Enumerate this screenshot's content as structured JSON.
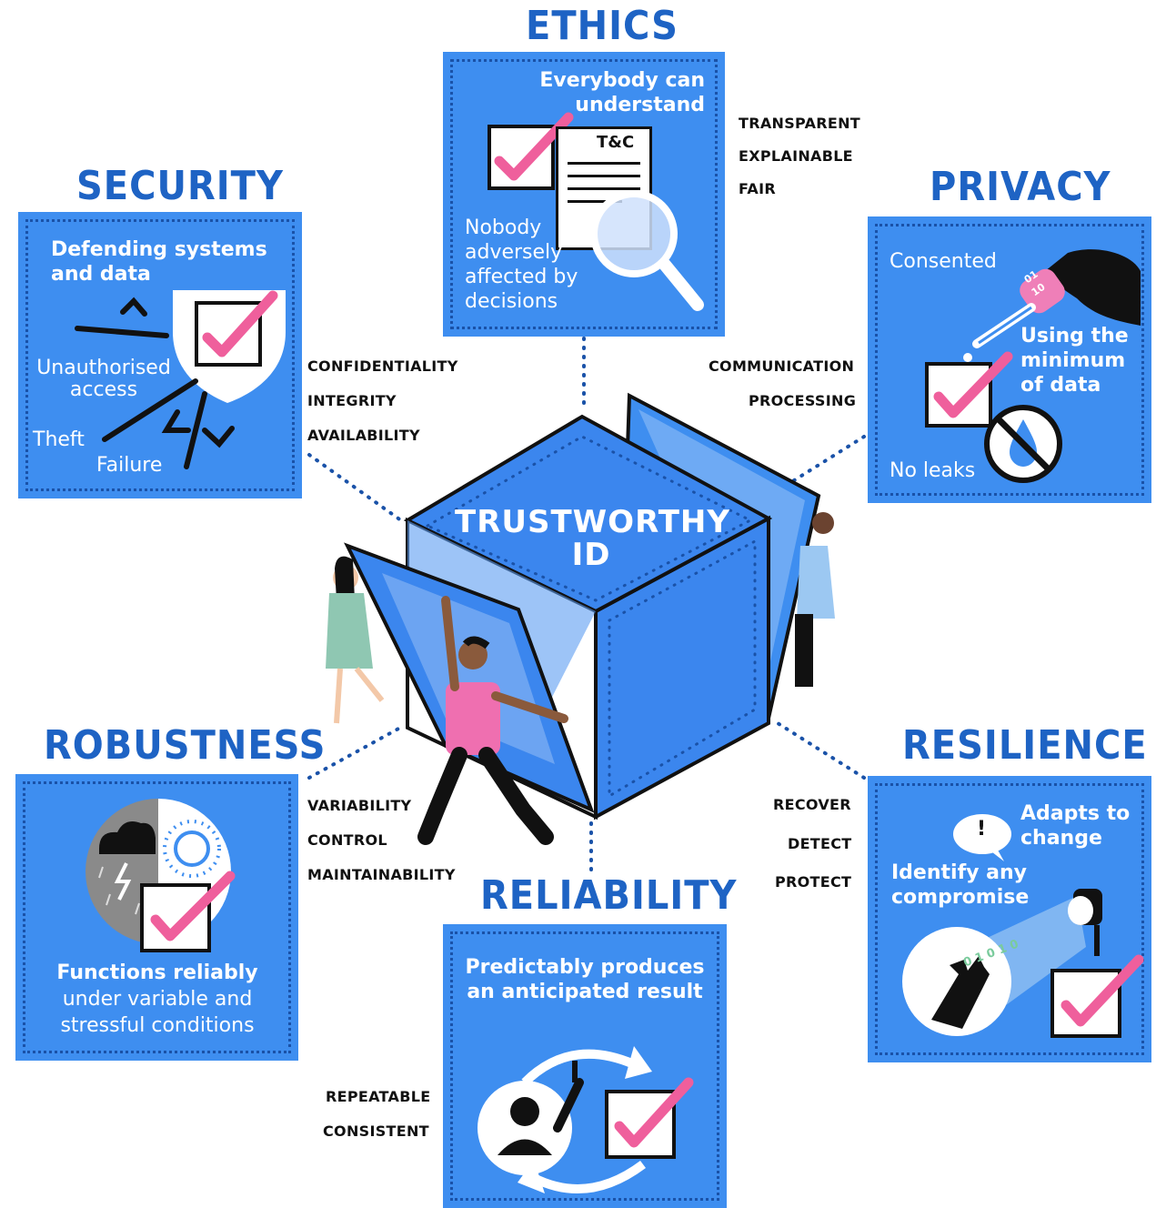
{
  "center": {
    "title_line1": "TRUSTWORTHY",
    "title_line2": "ID"
  },
  "ethics": {
    "heading": "ETHICS",
    "top_text_line1": "Everybody can",
    "top_text_line2": "understand",
    "doc_label": "T&C",
    "bottom_text_line1": "Nobody",
    "bottom_text_line2": "adversely",
    "bottom_text_line3": "affected by",
    "bottom_text_line4": "decisions",
    "keywords": [
      "TRANSPARENT",
      "EXPLAINABLE",
      "FAIR"
    ]
  },
  "security": {
    "heading": "SECURITY",
    "text_line1": "Defending systems",
    "text_line2": "and data",
    "threat1_line1": "Unauthorised",
    "threat1_line2": "access",
    "threat2": "Theft",
    "threat3": "Failure",
    "keywords": [
      "CONFIDENTIALITY",
      "INTEGRITY",
      "AVAILABILITY"
    ]
  },
  "privacy": {
    "heading": "PRIVACY",
    "consent": "Consented",
    "min_line1": "Using the",
    "min_line2": "minimum",
    "min_line3": "of data",
    "leaks": "No leaks",
    "binary_top": "01",
    "binary_bottom": "10",
    "keywords": [
      "COMMUNICATION",
      "PROCESSING"
    ]
  },
  "robustness": {
    "heading": "ROBUSTNESS",
    "text_line1": "Functions reliably",
    "text_line2": "under variable and",
    "text_line3": "stressful conditions",
    "keywords": [
      "VARIABILITY",
      "CONTROL",
      "MAINTAINABILITY"
    ]
  },
  "reliability": {
    "heading": "RELIABILITY",
    "text_line1": "Predictably produces",
    "text_line2": "an anticipated result",
    "keywords": [
      "REPEATABLE",
      "CONSISTENT"
    ]
  },
  "resilience": {
    "heading": "RESILIENCE",
    "adapt_line1": "Adapts to",
    "adapt_line2": "change",
    "identify_line1": "Identify any",
    "identify_line2": "compromise",
    "bubble": "!",
    "binary": "0 1 0 1 0",
    "keywords": [
      "RECOVER",
      "DETECT",
      "PROTECT"
    ]
  },
  "colors": {
    "panel_blue": "#3e8ef0",
    "heading_blue": "#1e63c4",
    "check_pink": "#ef5f9c",
    "cube_blue": "#3b86ee"
  }
}
